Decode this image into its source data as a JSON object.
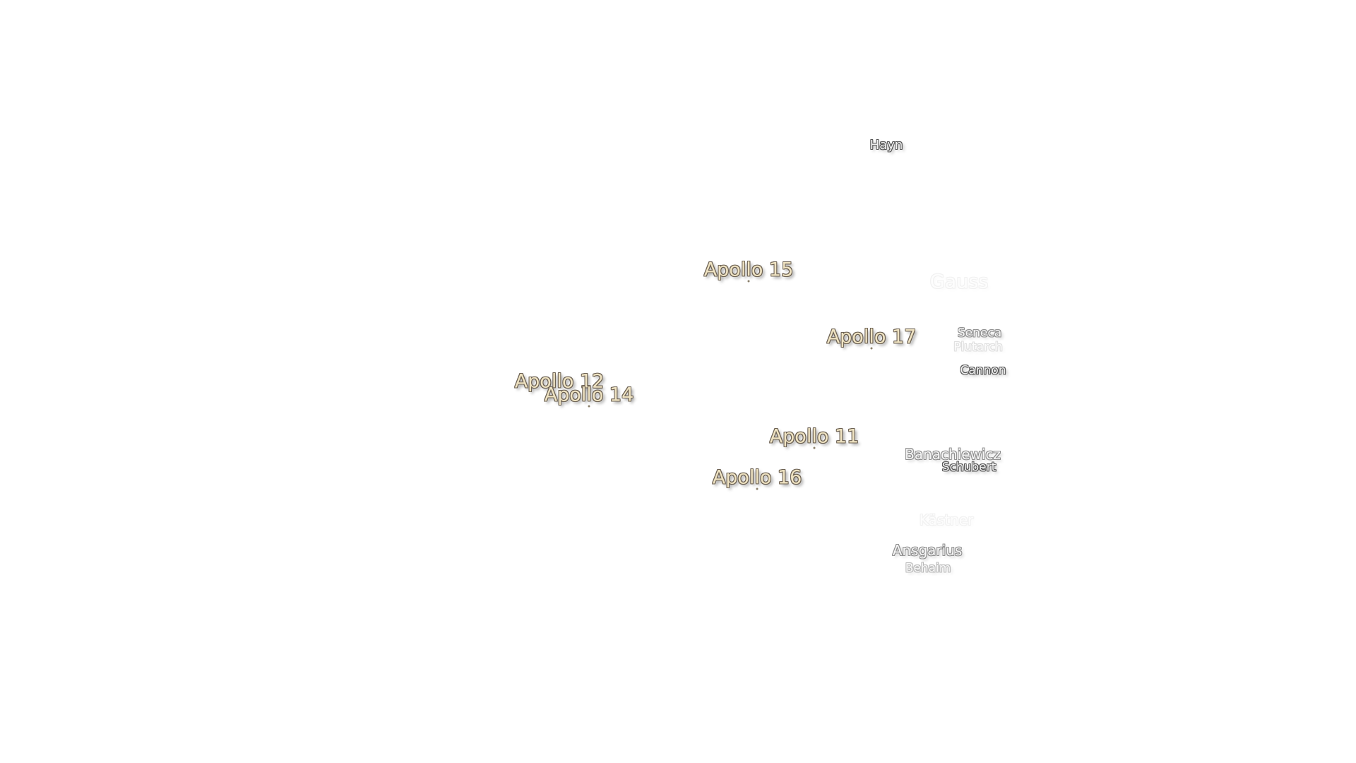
{
  "sites": [
    {
      "label": "Apollo 15"
    },
    {
      "label": "Apollo 17"
    },
    {
      "label": "Apollo 12"
    },
    {
      "label": "Apollo 14"
    },
    {
      "label": "Apollo 11"
    },
    {
      "label": "Apollo 16"
    }
  ],
  "craters": [
    {
      "label": "Hayn"
    },
    {
      "label": "Gauss"
    },
    {
      "label": "Seneca"
    },
    {
      "label": "Plutarch"
    },
    {
      "label": "Cannon"
    },
    {
      "label": "Banachiewicz"
    },
    {
      "label": "Schubert"
    },
    {
      "label": "Kästner"
    },
    {
      "label": "Ansgarius"
    },
    {
      "label": "Behaim"
    }
  ],
  "colors": {
    "site_fill": "#efe3c2",
    "site_outline": "#6b6052",
    "crater_fill": "#f2f2f2",
    "crater_outline": "#555555"
  }
}
